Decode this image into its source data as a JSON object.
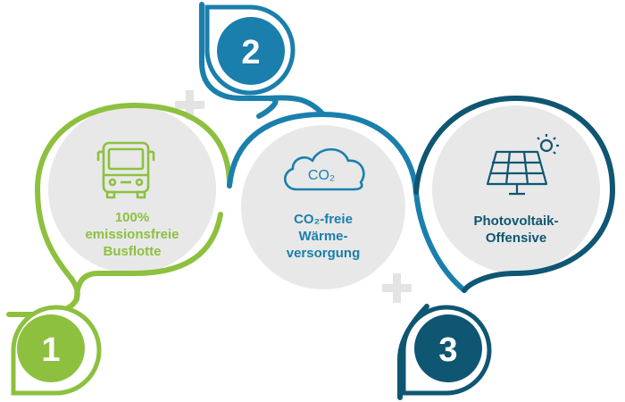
{
  "steps": [
    {
      "number": "1",
      "label_lines": [
        "100%",
        "emissionsfreie",
        "Busflotte"
      ],
      "icon": "bus-icon",
      "color": "#8dc03f"
    },
    {
      "number": "2",
      "label_lines": [
        "CO₂-freie",
        "Wärme-",
        "versorgung"
      ],
      "icon": "co2-cloud-icon",
      "icon_text": "CO₂",
      "color": "#1a7fac"
    },
    {
      "number": "3",
      "label_lines": [
        "Photovoltaik-",
        "Offensive"
      ],
      "icon": "solar-panel-icon",
      "color": "#0f5672"
    }
  ],
  "connector_icon": "plus-icon",
  "colors": {
    "circle_fill": "#e8e8e8",
    "plus": "#e3e3e3"
  }
}
